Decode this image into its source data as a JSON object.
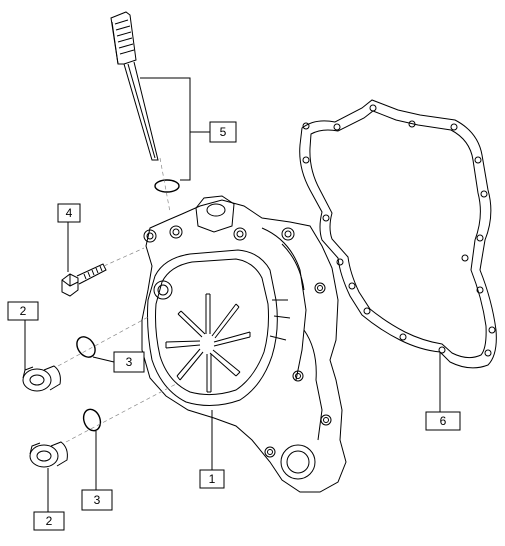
{
  "callouts": {
    "c1": "1",
    "c2a": "2",
    "c2b": "2",
    "c3a": "3",
    "c3b": "3",
    "c4": "4",
    "c5": "5",
    "c6": "6"
  },
  "colors": {
    "line": "#000000",
    "background": "#ffffff",
    "callout_fill": "#ffffff"
  }
}
